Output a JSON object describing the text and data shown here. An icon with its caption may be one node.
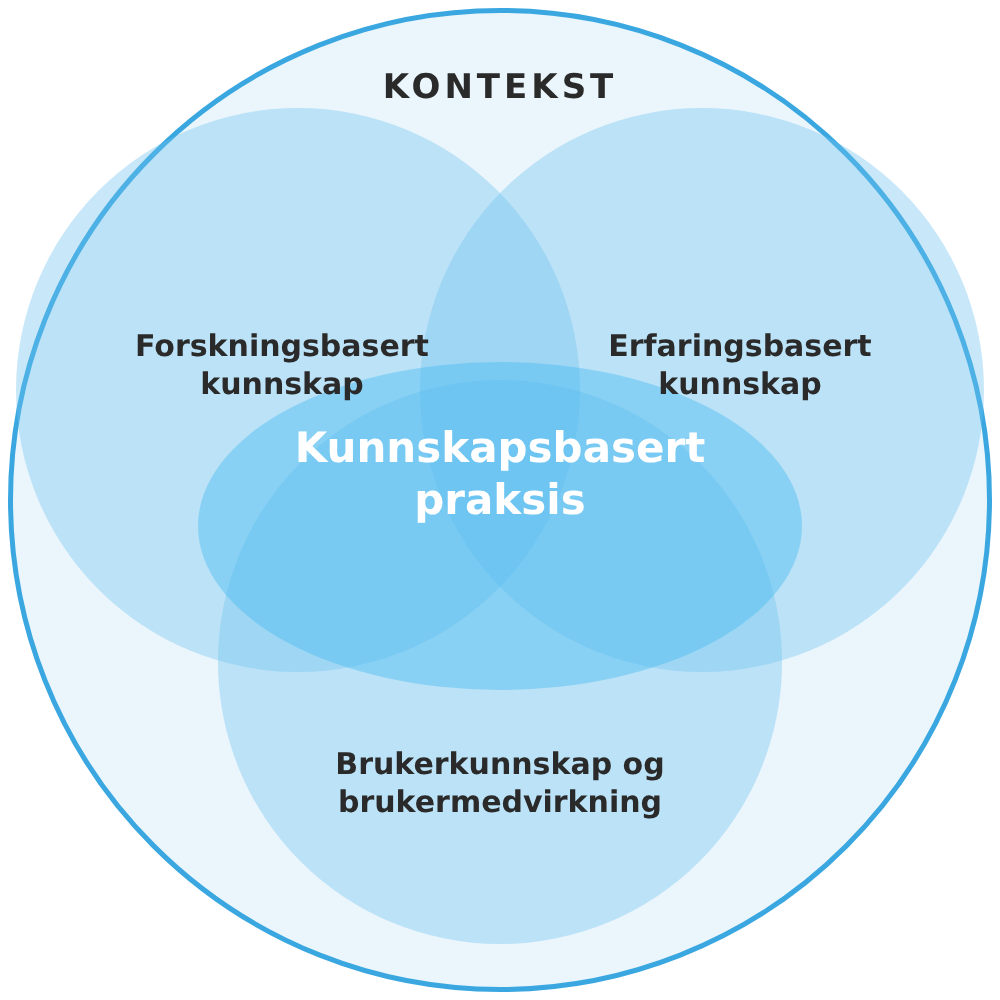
{
  "diagram": {
    "nodes": [
      {
        "text": [
          "KONTEKST"
        ]
      },
      {
        "text": [
          "Forskningsbasert kunnskap"
        ],
        "in": 0
      },
      {
        "text": [
          "Erfaringsbasert kunnskap"
        ],
        "in": 0
      },
      {
        "text": [
          "Brukerkunnskap og brukermedvirkning"
        ],
        "in": 0
      },
      {
        "text": [
          "Kunnskapsbasert praksis"
        ],
        "in": 0
      }
    ]
  }
}
